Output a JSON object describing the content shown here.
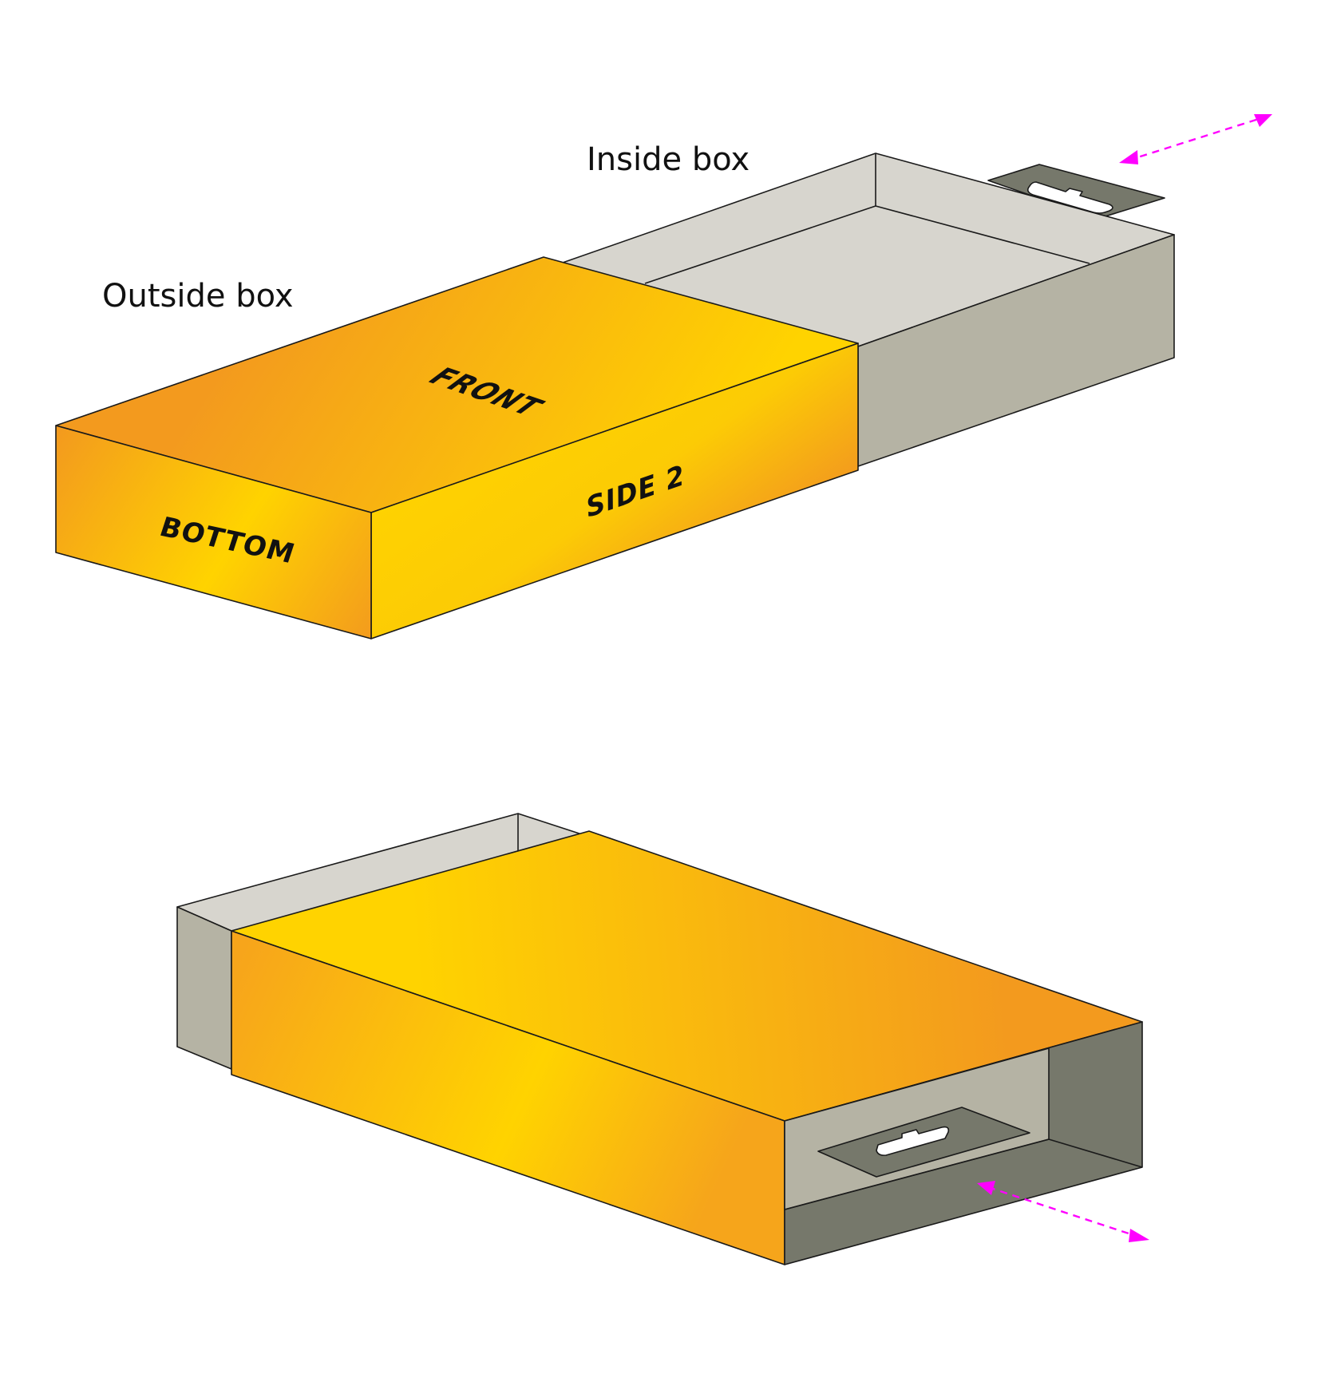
{
  "labels": {
    "inside_box": "Inside box",
    "outside_box": "Outside box",
    "front": "FRONT",
    "side_2": "SIDE 2",
    "bottom": "BOTTOM"
  },
  "colors": {
    "sleeve_light": "#FFD300",
    "sleeve_dark": "#F39A1E",
    "tray_inner": "#D7D5CE",
    "tray_side": "#B5B3A4",
    "tray_dark": "#76786B",
    "hang_tab": "#76786B",
    "arrow": "#FF00FF",
    "stroke": "#1A1A1A"
  }
}
